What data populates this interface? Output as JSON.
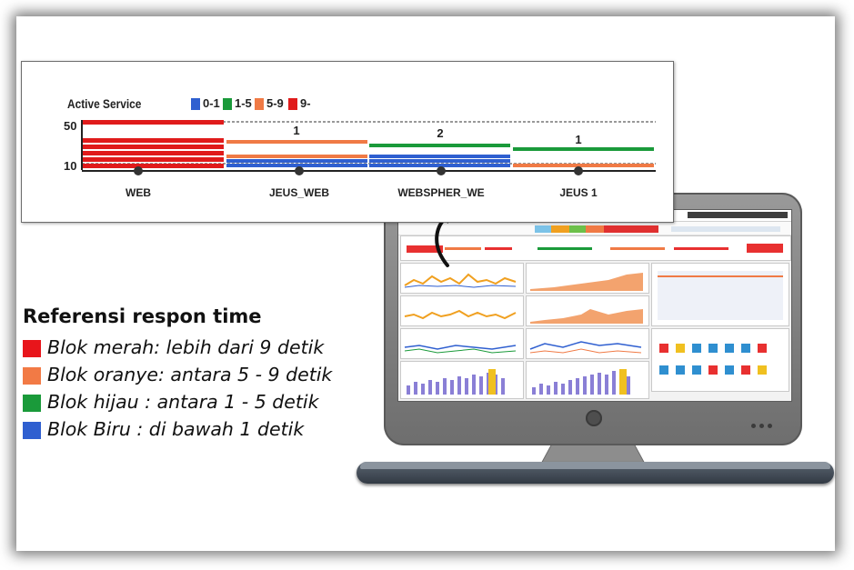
{
  "chart_data": {
    "type": "bar",
    "title": "Active Service",
    "legend": [
      {
        "label": "0-1",
        "color": "#2f5fd0"
      },
      {
        "label": "1-5",
        "color": "#1a9a3a"
      },
      {
        "label": "5-9",
        "color": "#f07a45"
      },
      {
        "label": "9-",
        "color": "#e01b1b"
      }
    ],
    "y_ticks": [
      "50",
      "10"
    ],
    "categories": [
      "WEB",
      "JEUS_WEB",
      "WEBSPHER_WE",
      "JEUS 1"
    ],
    "counts": [
      "",
      "1",
      "2",
      "1"
    ]
  },
  "reference": {
    "title": "Referensi respon time",
    "items": [
      {
        "color": "#e8151b",
        "text": "Blok merah: lebih dari 9 detik"
      },
      {
        "color": "#f27a45",
        "text": "Blok oranye: antara 5 - 9 detik"
      },
      {
        "color": "#1a9a3a",
        "text": "Blok hijau : antara 1 - 5 detik"
      },
      {
        "color": "#2f5fd0",
        "text": "Blok Biru  : di bawah 1 detik"
      }
    ]
  }
}
